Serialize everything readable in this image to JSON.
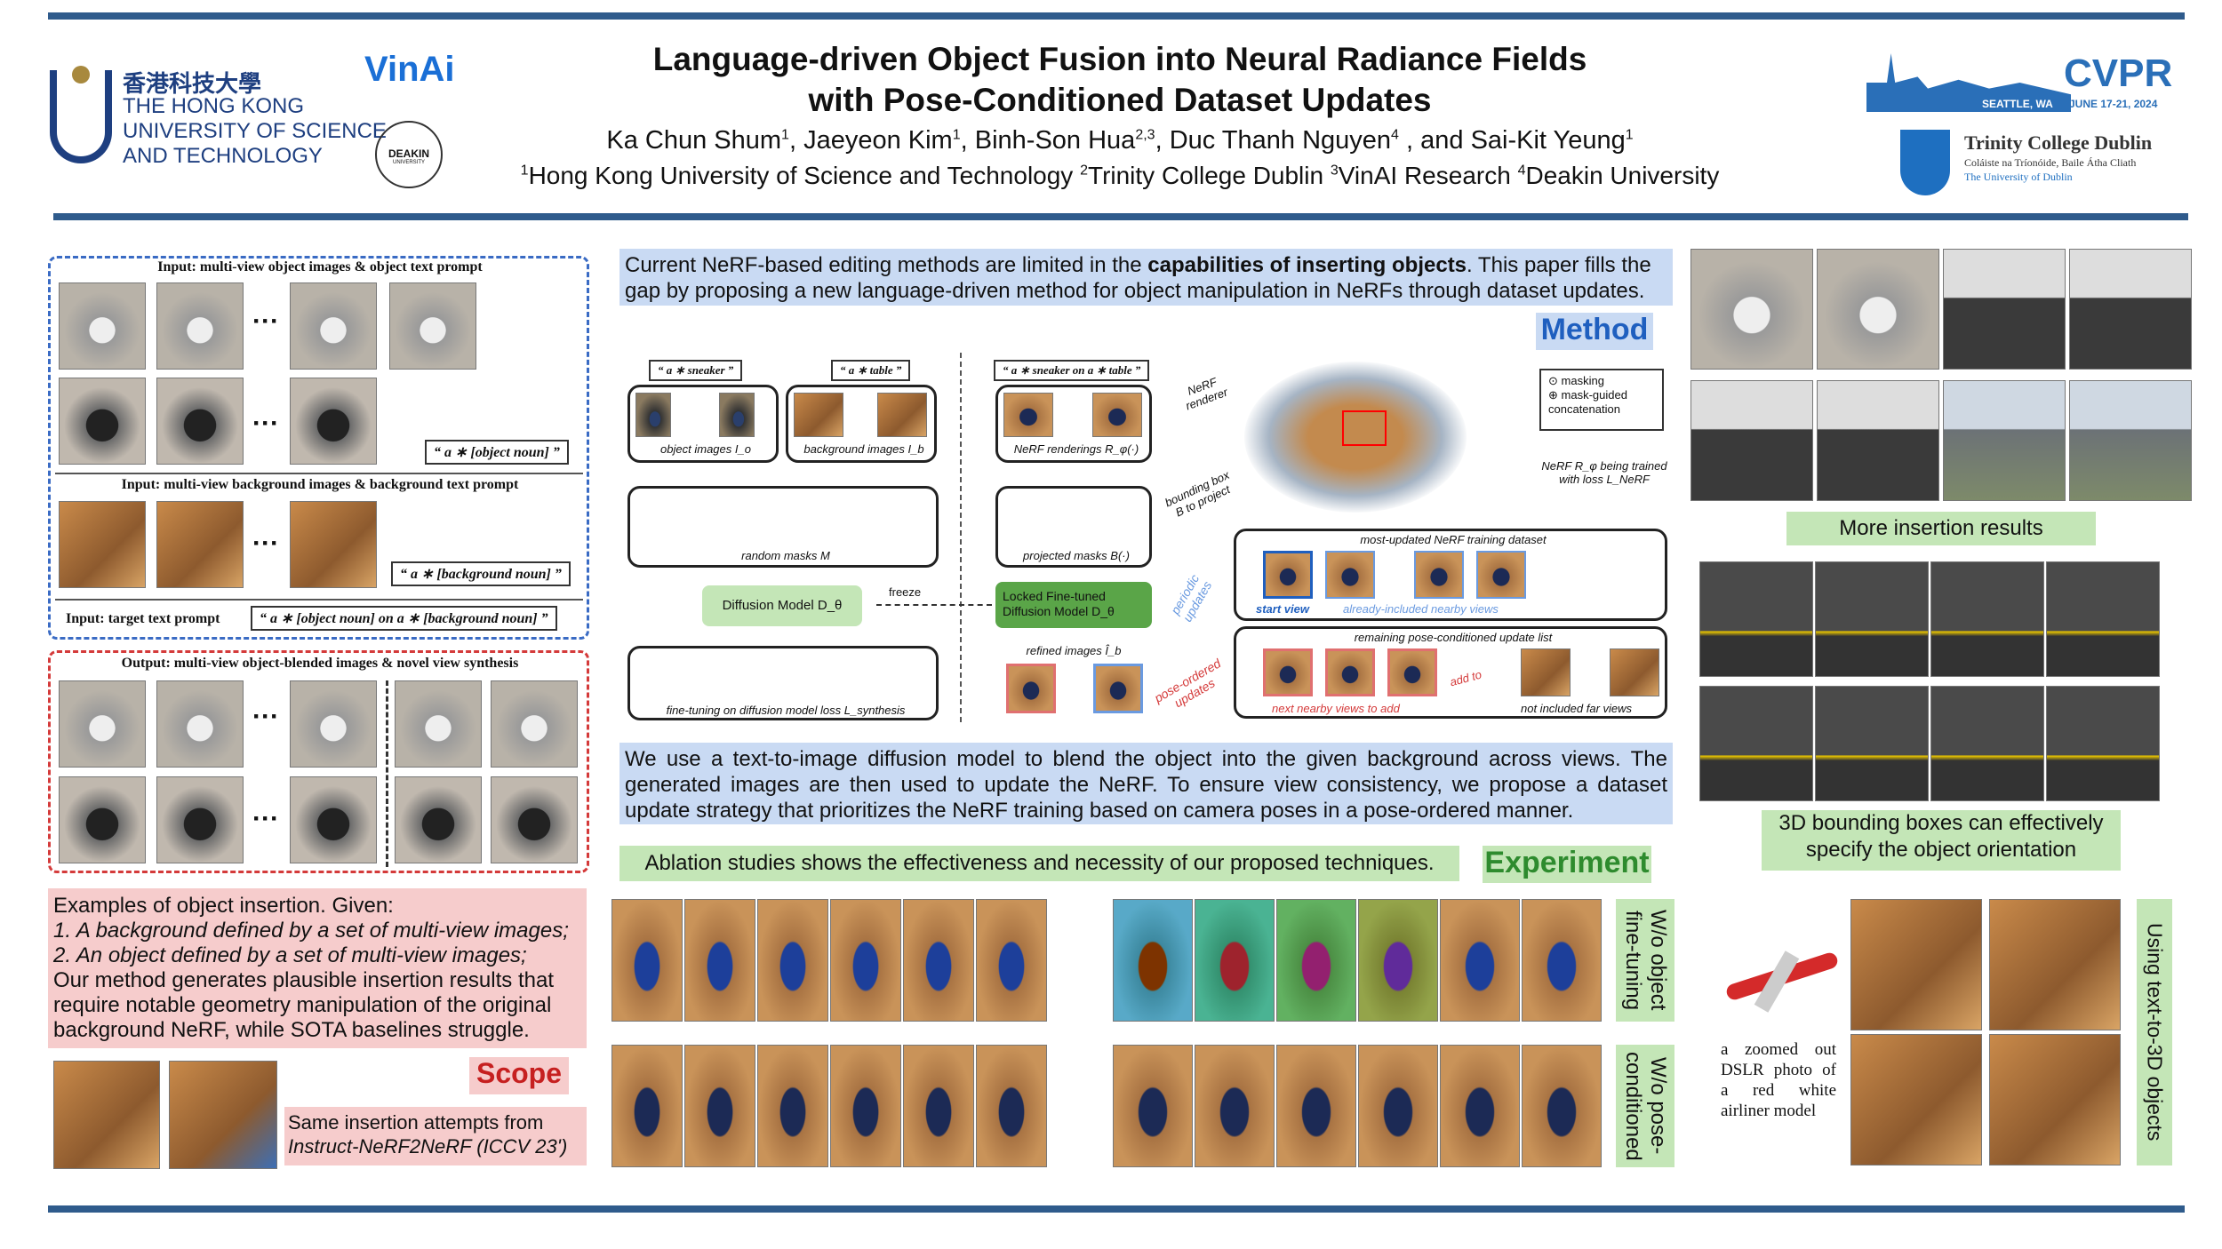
{
  "header": {
    "title_line1": "Language-driven Object Fusion into Neural Radiance Fields",
    "title_line2": "with Pose-Conditioned Dataset Updates",
    "authors": [
      {
        "name": "Ka Chun Shum",
        "sup": "1"
      },
      {
        "name": "Jaeyeon Kim",
        "sup": "1"
      },
      {
        "name": "Binh-Son Hua",
        "sup": "2,3"
      },
      {
        "name": "Duc Thanh Nguyen",
        "sup": "4"
      },
      {
        "name": "and Sai-Kit Yeung",
        "sup": "1"
      }
    ],
    "affiliations": [
      {
        "sup": "1",
        "name": "Hong Kong University of Science and Technology"
      },
      {
        "sup": "2",
        "name": "Trinity College Dublin"
      },
      {
        "sup": "3",
        "name": "VinAI Research"
      },
      {
        "sup": "4",
        "name": "Deakin University"
      }
    ],
    "logos": {
      "hkust_cn": "香港科技大學",
      "hkust_en": "THE HONG KONG UNIVERSITY OF SCIENCE AND TECHNOLOGY",
      "vinai": "VinAi",
      "deakin": "DEAKIN",
      "deakin_sub": "UNIVERSITY",
      "cvpr": "CVPR",
      "cvpr_place": "SEATTLE, WA",
      "cvpr_date": "JUNE 17-21, 2024",
      "tcd": "Trinity College Dublin",
      "tcd_irish": "Coláiste na Tríonóide, Baile Átha Cliath",
      "tcd_sub": "The University of Dublin"
    }
  },
  "left": {
    "input_object": "Input: multi-view object images & object text prompt",
    "prompt_object": "“ a ∗ [object noun] ”",
    "input_background": "Input: multi-view background images & background text prompt",
    "prompt_background": "“ a ∗ [background noun] ”",
    "input_target": "Input: target text prompt",
    "prompt_target": "“ a ∗ [object noun] on a ∗ [background noun] ”",
    "output": "Output: multi-view object-blended images & novel view synthesis",
    "scope_text": [
      "Examples of object insertion. Given:",
      "1. A background defined by a set of multi-view images;",
      "2. An object defined by a set of multi-view images;",
      "Our method generates plausible insertion results that require notable geometry manipulation of the original background NeRF, while SOTA baselines struggle."
    ],
    "scope_label": "Scope",
    "scope_caption_1": "Same insertion attempts from",
    "scope_caption_2": "Instruct-NeRF2NeRF (ICCV 23')"
  },
  "method": {
    "intro_pre": "Current NeRF-based editing methods are limited in the ",
    "intro_bold": "capabilities of inserting objects",
    "intro_post": ". This paper fills the gap by proposing a new language-driven method for object manipulation in NeRFs through dataset updates.",
    "label": "Method",
    "diagram": {
      "prompt_sneaker": "“ a ∗ sneaker ”",
      "prompt_table": "“ a ∗ table ”",
      "prompt_combined": "“ a ∗ sneaker on a ∗ table ”",
      "object_images": "object images I_o",
      "background_images": "background images I_b",
      "nerf_renderings": "NeRF renderings R_φ(·)",
      "random_masks": "random masks M",
      "projected_masks": "projected masks B(·)",
      "diffusion": "Diffusion Model D_θ",
      "freeze": "freeze",
      "locked": "Locked Fine-tuned Diffusion Model D_θ",
      "finetune_loss": "fine-tuning on diffusion model loss L_synthesis",
      "refined": "refined images Î_b",
      "nerf_renderer": "NeRF renderer",
      "bbox_project": "bounding box B to project",
      "legend_masking": "masking",
      "legend_concat": "mask-guided concatenation",
      "nerf_trained": "NeRF R_φ being trained with loss L_NeRF",
      "most_updated": "most-updated NeRF training dataset",
      "start_view": "start view",
      "already_included": "already-included nearby views",
      "remaining": "remaining pose-conditioned update list",
      "next_nearby": "next nearby views to add",
      "not_included": "not included far views",
      "periodic": "periodic updates",
      "pose_ordered": "pose-ordered updates",
      "add_to": "add to"
    },
    "description": "We use a text-to-image diffusion model to blend the object into the given background across views. The generated images are then used to update the NeRF. To ensure view consistency, we propose a dataset update strategy that prioritizes the NeRF training based on camera poses in a pose-ordered manner."
  },
  "experiment": {
    "ablation": "Ablation studies shows the effectiveness and necessity of our proposed techniques.",
    "label": "Experiment",
    "row1_label": "W/o object fine-tuning",
    "row2_label": "W/o pose-conditioned"
  },
  "right": {
    "more_results": "More insertion results",
    "bbox_caption": "3D bounding boxes can effectively specify the object orientation",
    "text3d_prompt": "a zoomed out DSLR photo of a red white airliner model",
    "text3d_label": "Using text-to-3D objects"
  },
  "colors": {
    "bar": "#2f5b8c",
    "blue_box": "#c9daf3",
    "green_box": "#c4e6b7",
    "pink_box": "#f6cccc",
    "accent_blue": "#1f5fbf",
    "accent_red": "#d43a3a"
  }
}
